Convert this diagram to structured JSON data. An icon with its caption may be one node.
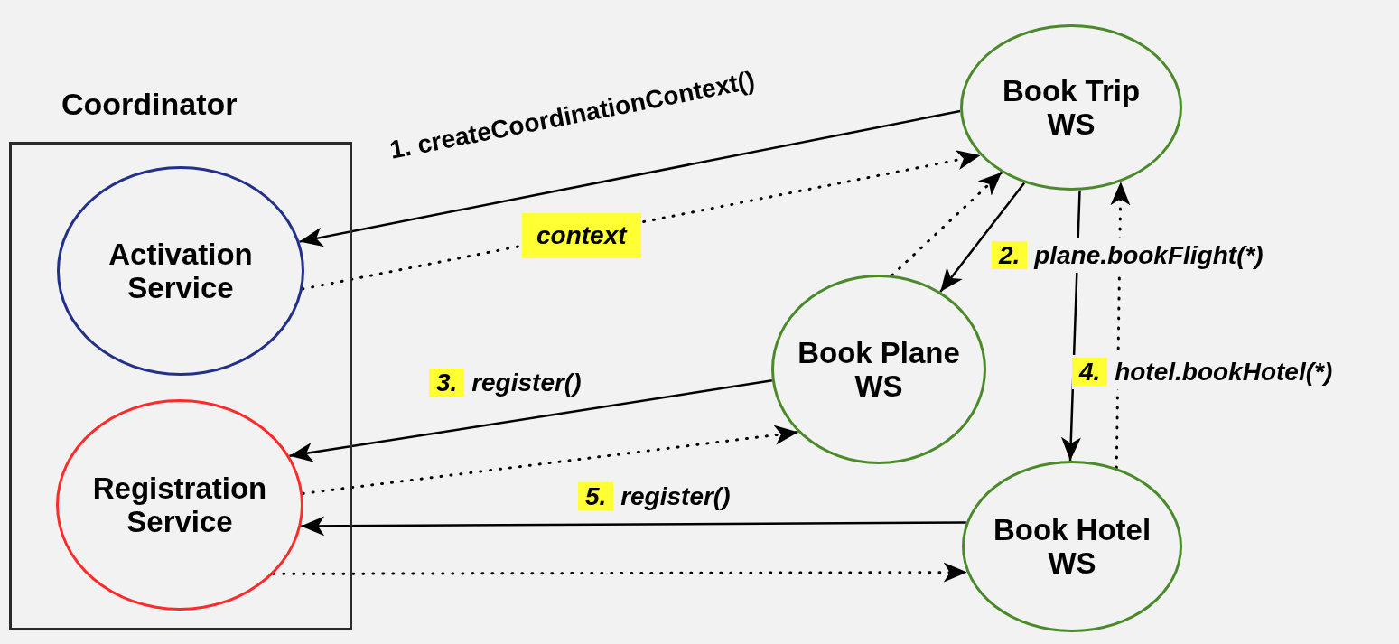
{
  "diagram": {
    "nodes": [
      {
        "text": [
          "Coordinator"
        ]
      },
      {
        "text": [
          "Activation Service"
        ],
        "in": 0
      },
      {
        "text": [
          "Registration Service"
        ],
        "in": 0
      },
      {
        "text": [
          "Book Trip WS"
        ]
      },
      {
        "text": [
          "Book Plane WS"
        ]
      },
      {
        "text": [
          "Book Hotel WS"
        ]
      }
    ],
    "edges": [
      {
        "from": 3,
        "to": 1,
        "arrow": "to",
        "label": "1. createCoordinationContext()"
      },
      {
        "from": 1,
        "to": 3,
        "arrow": "to",
        "style": "dashed",
        "label": "context"
      },
      {
        "from": 3,
        "to": 4,
        "arrow": "to",
        "label": "2. plane.bookFlight(*)"
      },
      {
        "from": 4,
        "to": 3,
        "arrow": "to",
        "style": "dashed"
      },
      {
        "from": 3,
        "to": 5,
        "arrow": "to",
        "label": "4. hotel.bookHotel(*)"
      },
      {
        "from": 5,
        "to": 3,
        "arrow": "to",
        "style": "dashed"
      },
      {
        "from": 4,
        "to": 2,
        "arrow": "to",
        "label": "3. register()"
      },
      {
        "from": 2,
        "to": 4,
        "arrow": "to",
        "style": "dashed"
      },
      {
        "from": 5,
        "to": 2,
        "arrow": "to",
        "label": "5. register()"
      },
      {
        "from": 2,
        "to": 5,
        "arrow": "to",
        "style": "dashed"
      }
    ]
  }
}
